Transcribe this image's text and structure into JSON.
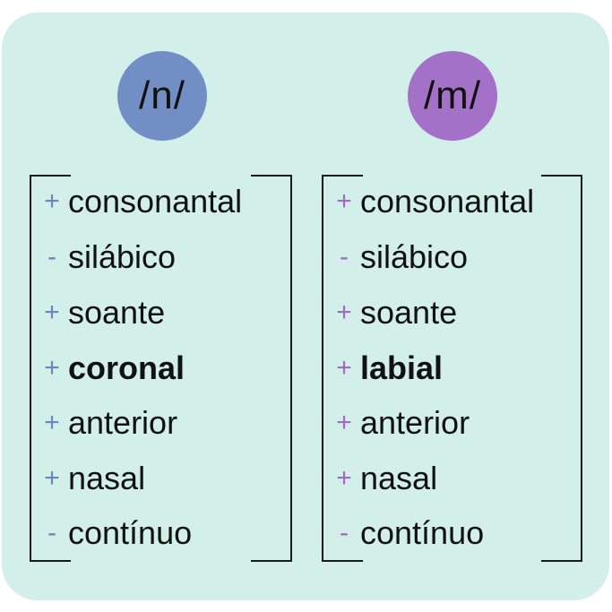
{
  "matrix_left": {
    "phoneme": "/n/",
    "sign_color": "#6a85c2",
    "circle_color": "#728fc5",
    "features": [
      {
        "sign": "+",
        "name": "consonantal"
      },
      {
        "sign": "-",
        "name": "silábico"
      },
      {
        "sign": "+",
        "name": "soante"
      },
      {
        "sign": "+",
        "name": "coronal"
      },
      {
        "sign": "+",
        "name": "anterior"
      },
      {
        "sign": "+",
        "name": "nasal"
      },
      {
        "sign": "-",
        "name": "contínuo"
      }
    ]
  },
  "matrix_right": {
    "phoneme": "/m/",
    "sign_color": "#a468c8",
    "circle_color": "#a471c8",
    "features": [
      {
        "sign": "+",
        "name": "consonantal"
      },
      {
        "sign": "-",
        "name": "silábico"
      },
      {
        "sign": "+",
        "name": "soante"
      },
      {
        "sign": "+",
        "name": "labial"
      },
      {
        "sign": "+",
        "name": "anterior"
      },
      {
        "sign": "+",
        "name": "nasal"
      },
      {
        "sign": "-",
        "name": "contínuo"
      }
    ]
  },
  "background_color": "#d2f0e9"
}
